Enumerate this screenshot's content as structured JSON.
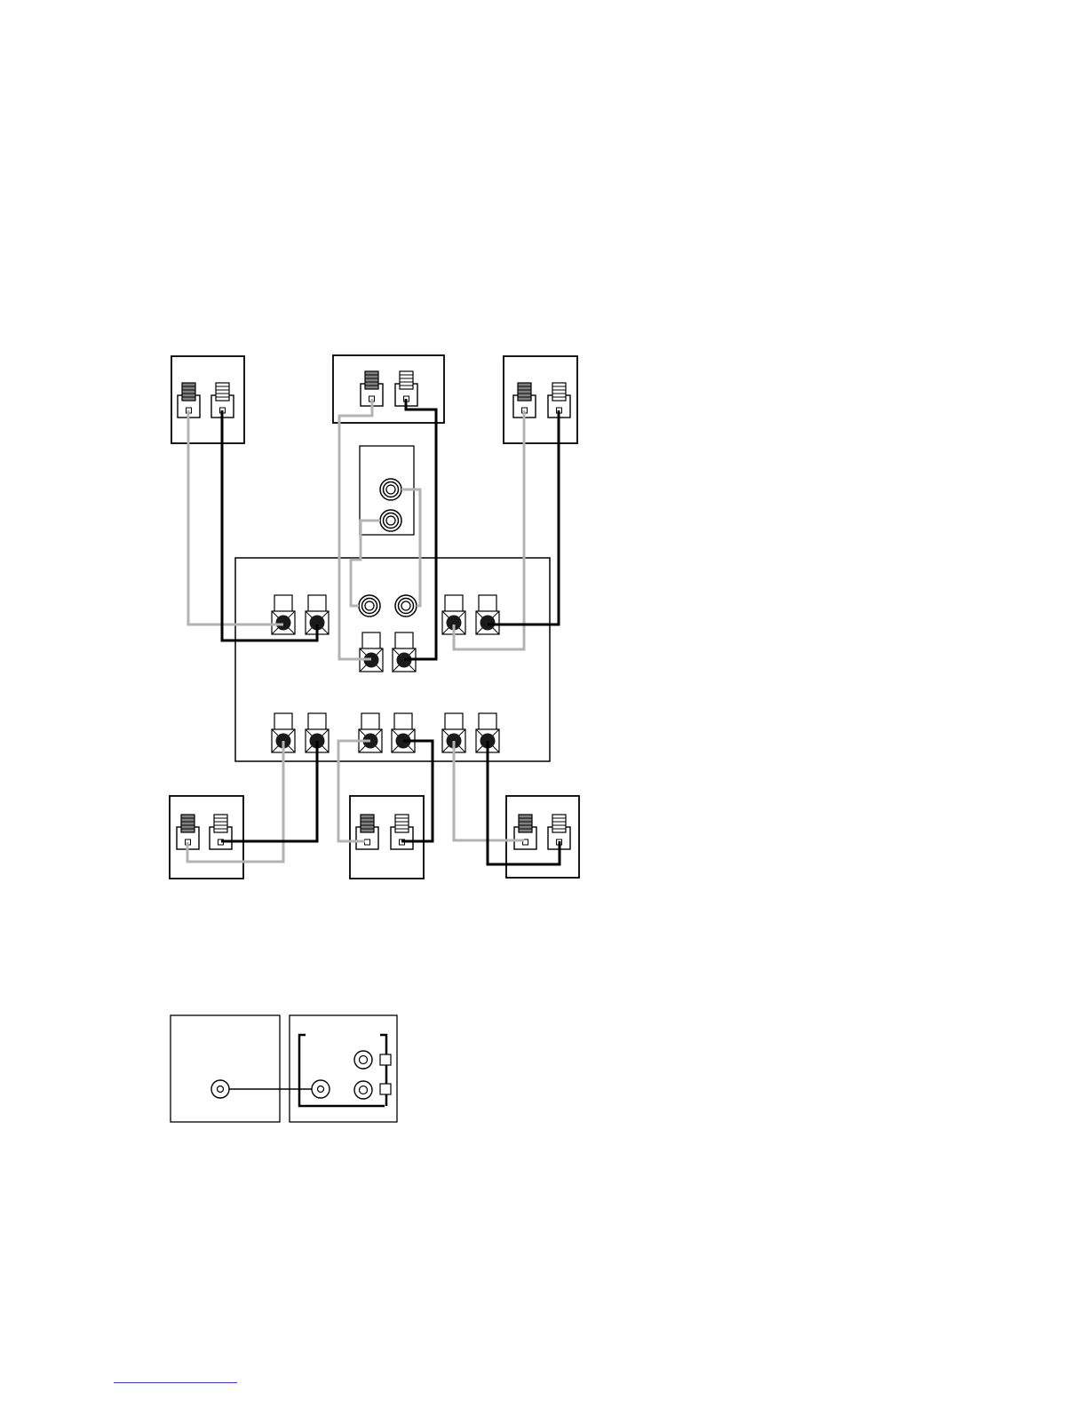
{
  "diagram": {
    "main": "speaker-wiring",
    "inset": "coax-connection"
  },
  "speakers": [
    {
      "id": "front-left"
    },
    {
      "id": "center"
    },
    {
      "id": "front-right"
    },
    {
      "id": "surround-left"
    },
    {
      "id": "surround-center"
    },
    {
      "id": "surround-right"
    }
  ],
  "colors": {
    "outline": "#000000",
    "positive_wire": "#000000",
    "negative_wire": "#b3b3b3",
    "terminal_fill": "#808080",
    "background": "#ffffff",
    "footer_rule": "#3b3bcf"
  },
  "icons": {
    "binding_post": "binding-post-icon",
    "speaker_terminal": "spring-terminal-icon",
    "rca_jack": "rca-jack-icon"
  }
}
